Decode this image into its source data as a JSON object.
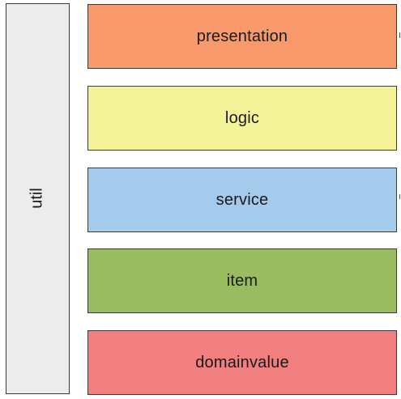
{
  "util": {
    "label": "util",
    "color": "#ececec"
  },
  "layers": [
    {
      "key": "presentation",
      "label": "presentation",
      "color": "#f7996a"
    },
    {
      "key": "logic",
      "label": "logic",
      "color": "#f5f39a"
    },
    {
      "key": "service",
      "label": "service",
      "color": "#a4caec"
    },
    {
      "key": "item",
      "label": "item",
      "color": "#98bc5f"
    },
    {
      "key": "domainvalue",
      "label": "domainvalue",
      "color": "#f17f7f"
    }
  ]
}
